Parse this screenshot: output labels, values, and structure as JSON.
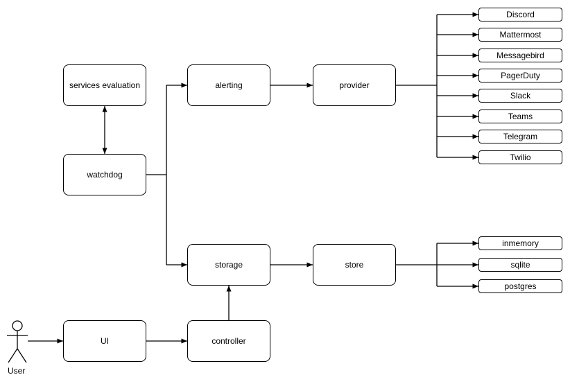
{
  "actor": {
    "label": "User"
  },
  "nodes": {
    "services_evaluation": "services evaluation",
    "watchdog": "watchdog",
    "alerting": "alerting",
    "provider": "provider",
    "storage": "storage",
    "store": "store",
    "ui": "UI",
    "controller": "controller"
  },
  "provider_targets": [
    "Discord",
    "Mattermost",
    "Messagebird",
    "PagerDuty",
    "Slack",
    "Teams",
    "Telegram",
    "Twilio"
  ],
  "store_targets": [
    "inmemory",
    "sqlite",
    "postgres"
  ],
  "colors": {
    "background": "#ffffff",
    "stroke": "#000000",
    "node_fill": "#ffffff",
    "text": "#000000"
  }
}
